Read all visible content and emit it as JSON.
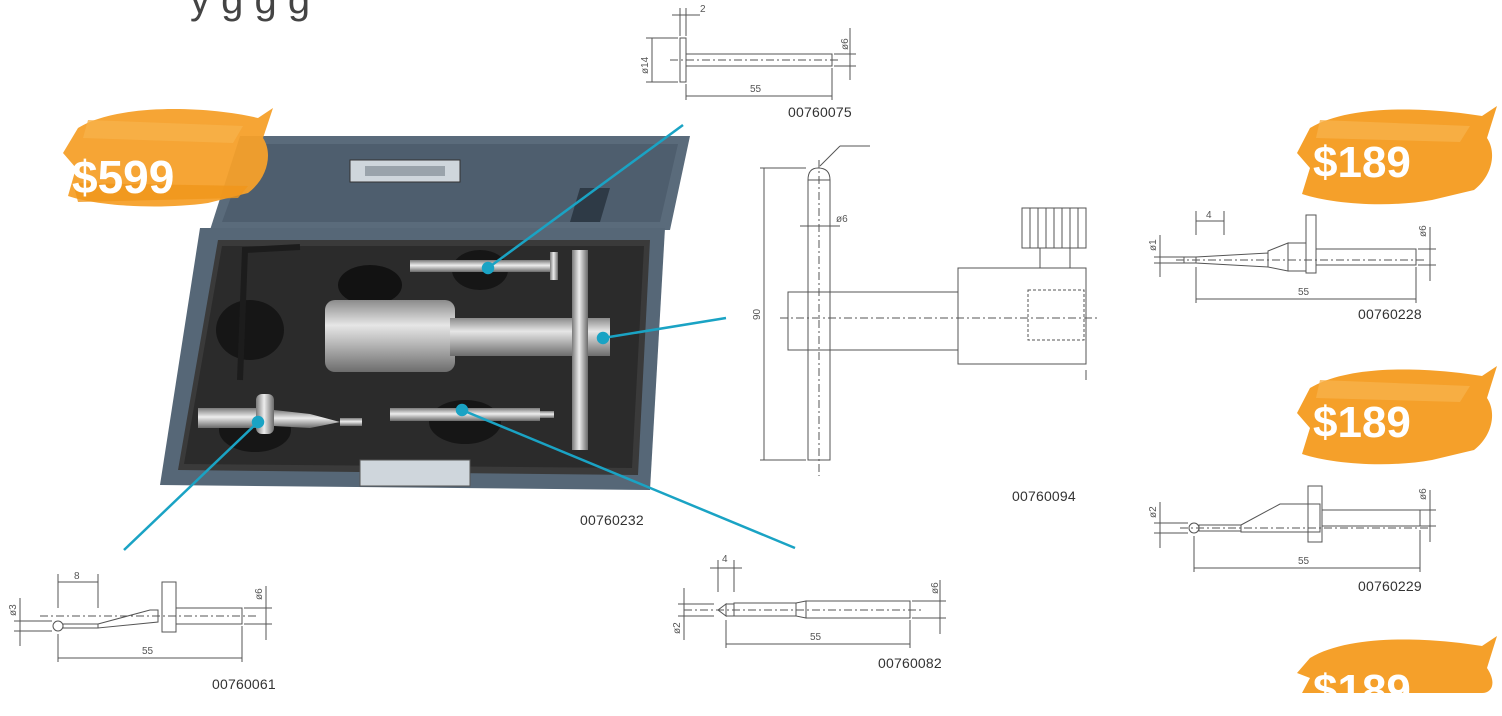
{
  "header": {
    "title_fragment": "y   g g g"
  },
  "prices": {
    "kit": "$599",
    "p1": "$189",
    "p2": "$189",
    "p3": "$189"
  },
  "parts": {
    "p00760075": "00760075",
    "p00760094": "00760094",
    "p00760232": "00760232",
    "p00760228": "00760228",
    "p00760229": "00760229",
    "p00760061": "00760061",
    "p00760082": "00760082"
  },
  "dims": {
    "d2": "2",
    "d14": "ø14",
    "d6": "ø6",
    "d55": "55",
    "d90": "90",
    "d4": "4",
    "d1": "ø1",
    "d2b": "ø2",
    "d3": "ø3",
    "d8": "8"
  },
  "colors": {
    "accent_orange": "#F5A02A",
    "leader_teal": "#1AA3C4"
  }
}
